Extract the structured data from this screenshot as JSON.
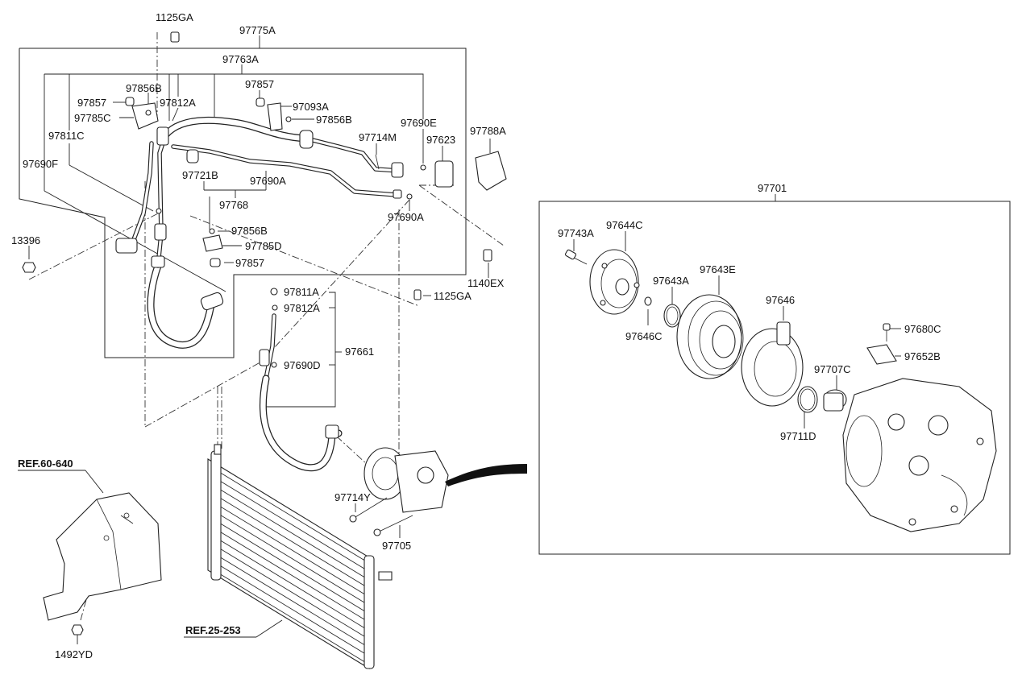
{
  "diagram": {
    "labels": {
      "l_1125ga_top": "1125GA",
      "l_97775a": "97775A",
      "l_97763a": "97763A",
      "l_97856b_a": "97856B",
      "l_97857_a": "97857",
      "l_97812a_a": "97812A",
      "l_97785c": "97785C",
      "l_97811c": "97811C",
      "l_97690f": "97690F",
      "l_97857_b": "97857",
      "l_97093a": "97093A",
      "l_97856b_b": "97856B",
      "l_97690e": "97690E",
      "l_97714m": "97714M",
      "l_97623": "97623",
      "l_97788a": "97788A",
      "l_97721b": "97721B",
      "l_97690a_a": "97690A",
      "l_97768": "97768",
      "l_97690a_b": "97690A",
      "l_97856b_c": "97856B",
      "l_97785d": "97785D",
      "l_97857_c": "97857",
      "l_13396": "13396",
      "l_1140ex": "1140EX",
      "l_1125ga_mid": "1125GA",
      "l_97811a": "97811A",
      "l_97812a_b": "97812A",
      "l_97661": "97661",
      "l_97690d": "97690D",
      "l_ref60": "REF.60-640",
      "l_97714y": "97714Y",
      "l_97705": "97705",
      "l_ref25": "REF.25-253",
      "l_1492yd": "1492YD",
      "l_97701": "97701",
      "l_97743a": "97743A",
      "l_97644c": "97644C",
      "l_97643a": "97643A",
      "l_97643e": "97643E",
      "l_97646": "97646",
      "l_97646c": "97646C",
      "l_97680c": "97680C",
      "l_97652b": "97652B",
      "l_97707c": "97707C",
      "l_97711d": "97711D"
    }
  }
}
